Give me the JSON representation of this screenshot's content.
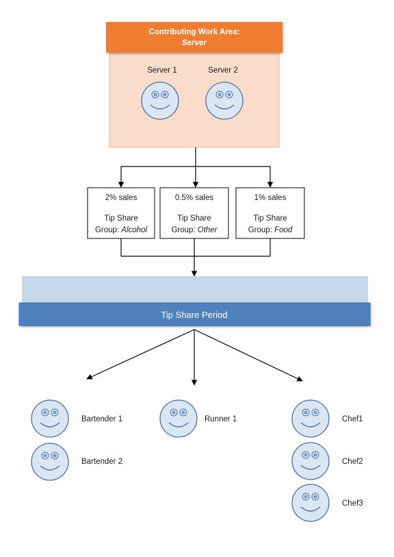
{
  "contributing_area": {
    "title": "Contributing Work Area:",
    "name": "Server",
    "members": [
      "Server 1",
      "Server 2"
    ]
  },
  "tip_groups": [
    {
      "rate": "2% sales",
      "line1": "Tip Share",
      "group_prefix": "Group: ",
      "group_name": "Alcohol"
    },
    {
      "rate": "0.5% sales",
      "line1": "Tip Share",
      "group_prefix": "Group: ",
      "group_name": "Other"
    },
    {
      "rate": "1% sales",
      "line1": "Tip Share",
      "group_prefix": "Group: ",
      "group_name": "Food"
    }
  ],
  "period": {
    "label": "Tip Share Period"
  },
  "recipients": {
    "bartenders": [
      "Bartender 1",
      "Bartender 2"
    ],
    "runners": [
      "Runner 1"
    ],
    "chefs": [
      "Chef1",
      "Chef2",
      "Chef3"
    ]
  },
  "colors": {
    "header_orange": "#ee7d31",
    "area_fill": "#fbdcca",
    "area_border": "#f2b693",
    "period_bar": "#4f81bd",
    "period_panel": "#c6d9eb",
    "face_fill": "#dbe6f3",
    "face_stroke": "#4a6fa5",
    "eye_fill": "#6f96d8"
  }
}
